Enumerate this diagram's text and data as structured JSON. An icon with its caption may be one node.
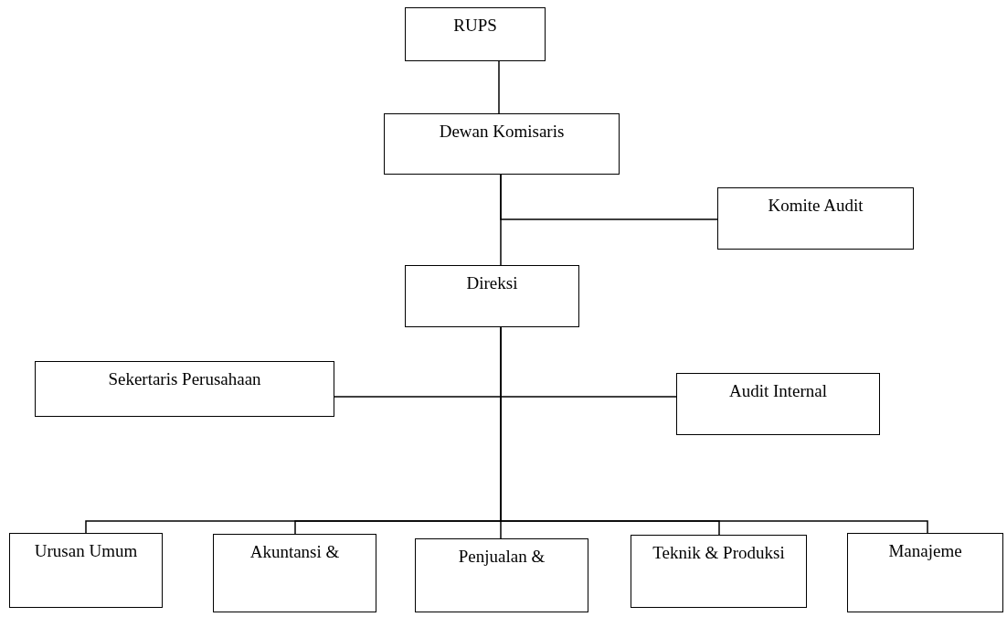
{
  "diagram": {
    "nodes": [
      {
        "text": [
          "RUPS"
        ]
      },
      {
        "text": [
          "Dewan Komisaris"
        ]
      },
      {
        "text": [
          "Komite Audit"
        ]
      },
      {
        "text": [
          "Direksi"
        ]
      },
      {
        "text": [
          "Sekertaris Perusahaan"
        ]
      },
      {
        "text": [
          "Audit Internal"
        ]
      },
      {
        "text": [
          "Urusan Umum"
        ]
      },
      {
        "text": [
          "Akuntansi &"
        ]
      },
      {
        "text": [
          "Penjualan &"
        ]
      },
      {
        "text": [
          "Teknik & Produksi"
        ]
      },
      {
        "text": [
          "Manajeme"
        ]
      }
    ],
    "edges": [
      {
        "from": 0,
        "to": 1,
        "arrow": "none"
      },
      {
        "from": 1,
        "to": 2,
        "arrow": "none"
      },
      {
        "from": 1,
        "to": 3,
        "arrow": "none"
      },
      {
        "from": 3,
        "to": 4,
        "arrow": "none"
      },
      {
        "from": 3,
        "to": 5,
        "arrow": "none"
      },
      {
        "from": 3,
        "to": 6,
        "arrow": "none"
      },
      {
        "from": 3,
        "to": 7,
        "arrow": "none"
      },
      {
        "from": 3,
        "to": 8,
        "arrow": "none"
      },
      {
        "from": 3,
        "to": 9,
        "arrow": "none"
      },
      {
        "from": 3,
        "to": 10,
        "arrow": "none"
      }
    ]
  }
}
